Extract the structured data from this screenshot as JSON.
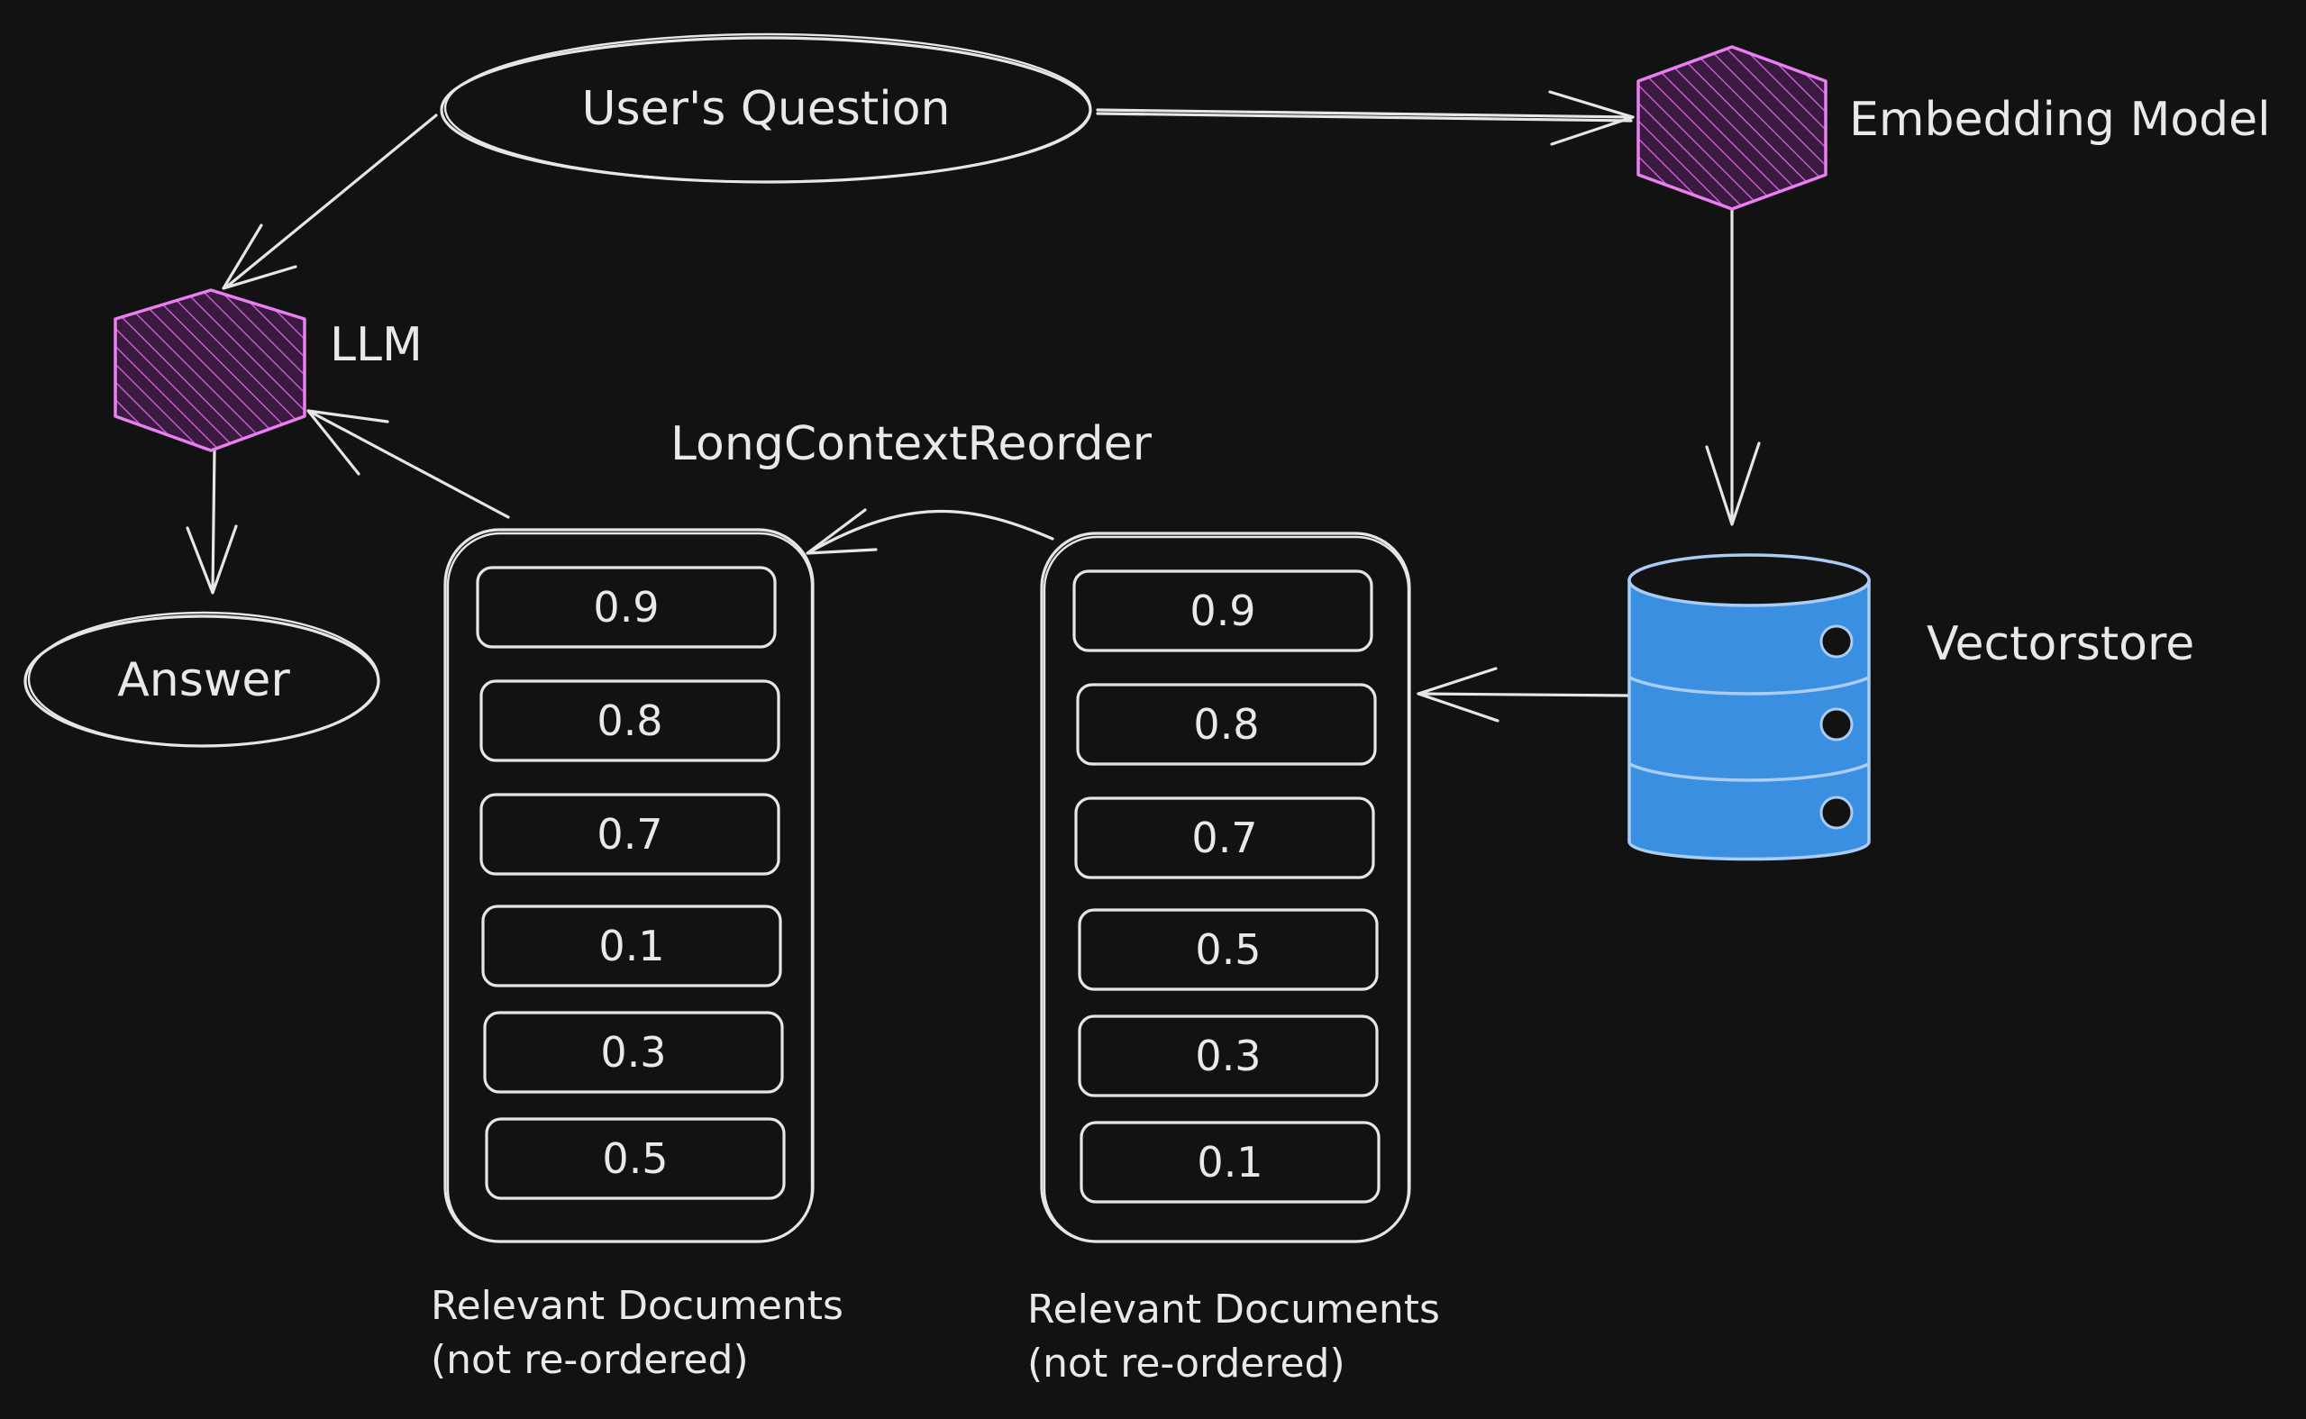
{
  "nodes": {
    "question": "User's Question",
    "embedding_model": "Embedding Model",
    "llm": "LLM",
    "answer": "Answer",
    "vectorstore": "Vectorstore",
    "reorder": "LongContextReorder"
  },
  "stacks": {
    "reordered": {
      "caption_line1": "Relevant Documents",
      "caption_line2": "(not re-ordered)",
      "scores": [
        "0.9",
        "0.8",
        "0.7",
        "0.1",
        "0.3",
        "0.5"
      ]
    },
    "original": {
      "caption_line1": "Relevant Documents",
      "caption_line2": "(not re-ordered)",
      "scores": [
        "0.9",
        "0.8",
        "0.7",
        "0.5",
        "0.3",
        "0.1"
      ]
    }
  },
  "colors": {
    "background": "#121212",
    "stroke": "#e6e6e6",
    "model_fill": "#4a1f4f",
    "model_stroke": "#e97ff0",
    "database_fill": "#3b8fe0",
    "database_stroke": "#a9cdf5"
  }
}
